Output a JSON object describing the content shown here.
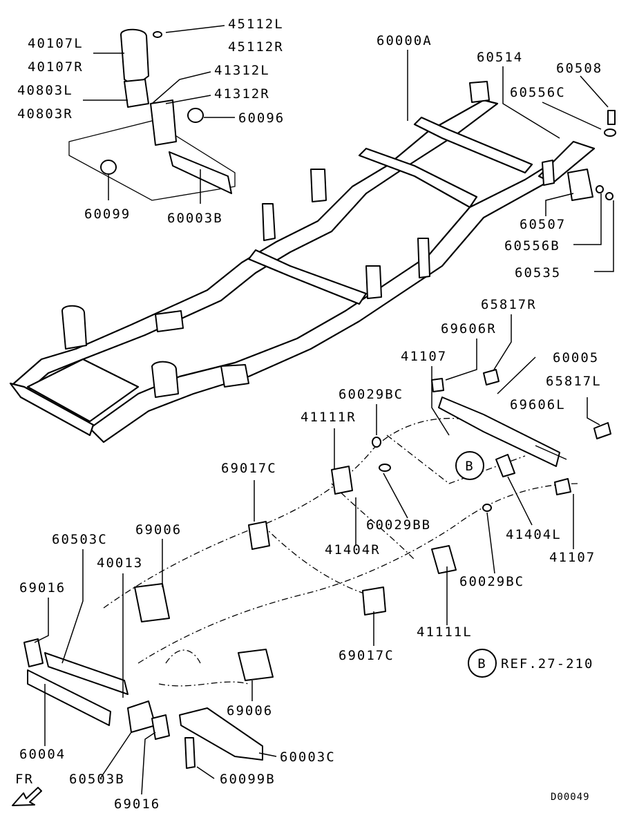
{
  "figure_id": "D00049",
  "front_label": "FR",
  "reference": {
    "badge": "B",
    "text": "REF.27-210"
  },
  "callout_badge": "B",
  "labels": {
    "p45112L": "45112L",
    "p45112R": "45112R",
    "p40107L": "40107L",
    "p40107R": "40107R",
    "p41312L": "41312L",
    "p41312R": "41312R",
    "p40803L": "40803L",
    "p40803R": "40803R",
    "p60096": "60096",
    "p60099": "60099",
    "p60003B": "60003B",
    "p60000A": "60000A",
    "p60514": "60514",
    "p60508": "60508",
    "p60556C": "60556C",
    "p60507": "60507",
    "p60556B": "60556B",
    "p60535": "60535",
    "p65817R": "65817R",
    "p69606R": "69606R",
    "p41107a": "41107",
    "p60005": "60005",
    "p60029BCa": "60029BC",
    "p65817L": "65817L",
    "p41111R": "41111R",
    "p69606L": "69606L",
    "p69017Ca": "69017C",
    "p60029BB": "60029BB",
    "p41404L": "41404L",
    "p41107b": "41107",
    "p69006a": "69006",
    "p60503Ca": "60503C",
    "p40013": "40013",
    "p41404R": "41404R",
    "p60029BCb": "60029BC",
    "p69016a": "69016",
    "p41111L": "41111L",
    "p69017Cb": "69017C",
    "p69006b": "69006",
    "p60004": "60004",
    "p60003C": "60003C",
    "p60503B": "60503B",
    "p60099B": "60099B",
    "p69016b": "69016"
  }
}
